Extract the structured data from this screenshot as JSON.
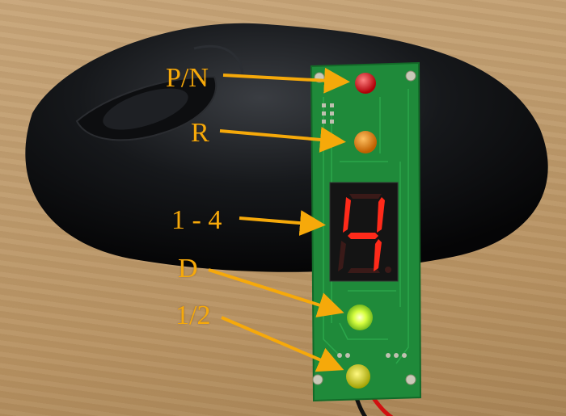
{
  "labels": {
    "pn": "P/N",
    "r": "R",
    "gear": "1 - 4",
    "d": "D",
    "half": "1/2"
  },
  "display": {
    "digit": "4"
  },
  "colors": {
    "label": "#f6a90a",
    "pcb": "#1f8a3a",
    "led_red": "#e0141a",
    "led_orange": "#e88a0a",
    "led_green": "#b8ff3a",
    "led_yellow": "#e8e020",
    "segment_on": "#ff2a1a"
  }
}
